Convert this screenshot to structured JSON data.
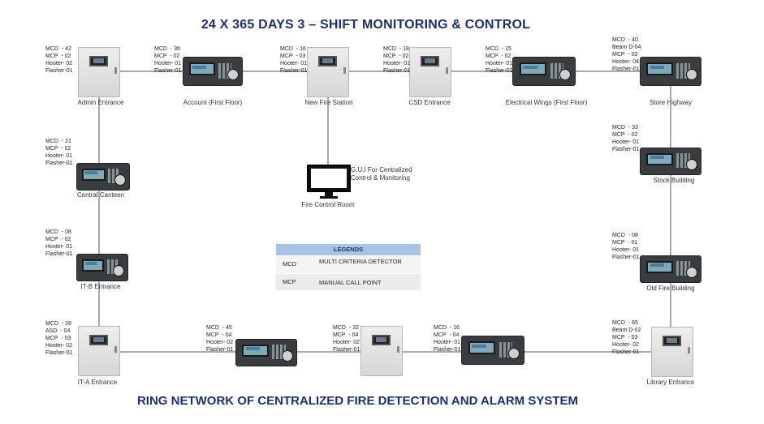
{
  "top_title": "24 X 365 DAYS 3 – SHIFT MONITORING & CONTROL",
  "bottom_title": "RING NETWORK OF CENTRALIZED FIRE DETECTION AND ALARM SYSTEM",
  "nodes": {
    "admin_entrance": {
      "label": "Admin Entrance",
      "stats": [
        "MCD  - 42",
        "MCP  - 02",
        "Hooter- 02",
        "Flasher-01"
      ]
    },
    "account": {
      "label": "Account (First Floor)",
      "stats": [
        "MCD  - 36",
        "MCP  - 02",
        "Hooter- 01",
        "Flasher-01"
      ]
    },
    "new_fire_station": {
      "label": "New Fire Station",
      "stats": [
        "MCD  - 16",
        "MCP  - 03",
        "Hooter- 01",
        "Flasher-01"
      ]
    },
    "csd_entrance": {
      "label": "CSD Entrance",
      "stats": [
        "MCD  - 18",
        "MCP  - 02",
        "Hooter- 01",
        "Flasher-01"
      ]
    },
    "electrical_wings": {
      "label": "Electrical Wings (First Floor)",
      "stats": [
        "MCD  - 15",
        "MCP  - 02",
        "Hooter- 01",
        "Flasher-01"
      ]
    },
    "store_highway": {
      "label": "Store Highway",
      "stats": [
        "MCD  - 40",
        "Beam D-04",
        "MCP  - 02",
        "Hooter- 04",
        "Flasher-01"
      ]
    },
    "central_canteen": {
      "label": "Central Canteen",
      "stats": [
        "MCD  - 21",
        "MCP  - 02",
        "Hooter- 01",
        "Flasher-01"
      ]
    },
    "stock_building": {
      "label": "Stock Building",
      "stats": [
        "MCD  - 33",
        "MCP  - 02",
        "Hooter- 01",
        "Flasher-01"
      ]
    },
    "itb_entrance": {
      "label": "IT-B Entrance",
      "stats": [
        "MCD  - 08",
        "MCP  - 02",
        "Hooter- 01",
        "Flasher-01"
      ]
    },
    "old_fire_building": {
      "label": "Old Fire Building",
      "stats": [
        "MCD  - 08",
        "MCP  - 01",
        "Hooter- 01",
        "Flasher-01"
      ]
    },
    "ita_entrance": {
      "label": "IT-A Entrance",
      "stats": [
        "MCD  - 28",
        "ASD  - 04",
        "MCP  - 03",
        "Hooter- 02",
        "Flasher-01"
      ]
    },
    "bottom_2": {
      "label": "",
      "stats": [
        "MCD  - 45",
        "MCP  - 04",
        "Hooter- 02",
        "Flasher-01"
      ]
    },
    "bottom_3": {
      "label": "",
      "stats": [
        "MCD  - 32",
        "MCP  - 04",
        "Hooter- 02",
        "Flasher-01"
      ]
    },
    "bottom_4": {
      "label": "",
      "stats": [
        "MCD  - 16",
        "MCP  - 04",
        "Hooter- 01",
        "Flasher-01"
      ]
    },
    "library_entrance": {
      "label": "Library Entrance",
      "stats": [
        "MCD  - 65",
        "Beam D-02",
        "MCP  - 03",
        "Hooter- 02",
        "Flasher-01"
      ]
    }
  },
  "fire_control_room": {
    "label": "Fire Control Room",
    "gui_label_1": "G.U.I For Centralized",
    "gui_label_2": "Control & Monitoring"
  },
  "legend": {
    "header": "LEGENDS",
    "rows": [
      {
        "abbr": "MCD",
        "desc": "MULTI CRITERIA DETECTOR"
      },
      {
        "abbr": "MCP",
        "desc": "MANUAL CALL POINT"
      }
    ]
  },
  "colors": {
    "title": "#1d2f6f",
    "legend_header": "#a9c3e2",
    "line": "#555555"
  }
}
